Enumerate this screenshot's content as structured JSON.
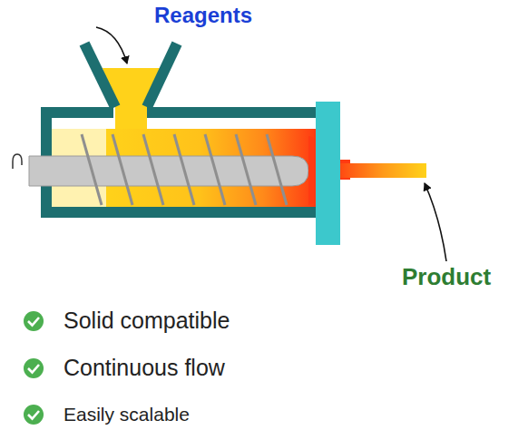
{
  "diagram": {
    "labels": [
      "Reagents",
      "Product",
      "Solid compatible",
      "Continuous flow",
      "Easily scalable"
    ]
  }
}
